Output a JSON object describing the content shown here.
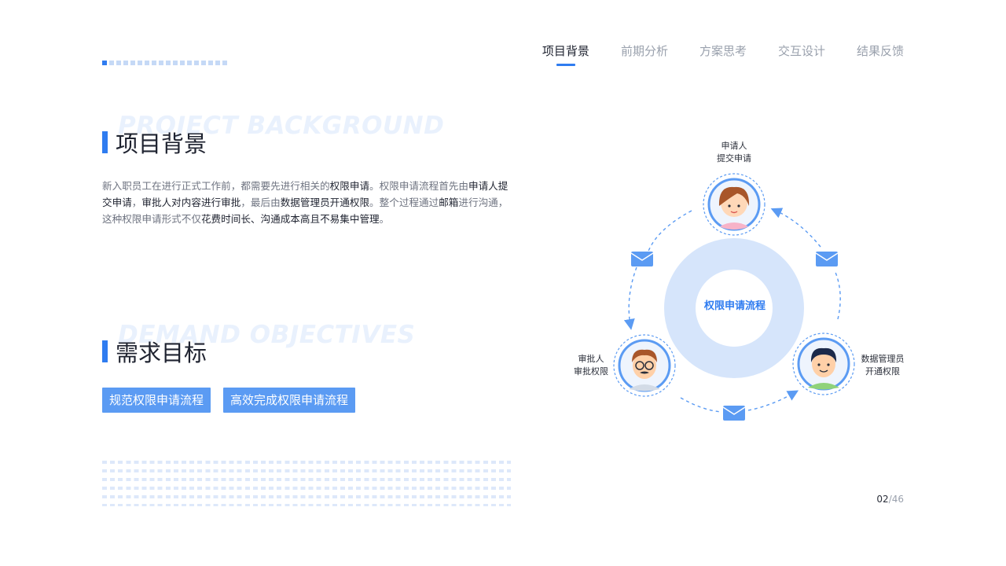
{
  "nav": {
    "items": [
      "项目背景",
      "前期分析",
      "方案思考",
      "交互设计",
      "结果反馈"
    ],
    "active_index": 0
  },
  "section1": {
    "en": "PROJECT BACKGROUND",
    "title": "项目背景",
    "paragraph": [
      {
        "t": "新入职员工在进行正式工作前，都需要先进行相关的",
        "b": false
      },
      {
        "t": "权限申请",
        "b": true
      },
      {
        "t": "。权限申请流程首先由",
        "b": false
      },
      {
        "t": "申请人提交申请",
        "b": true
      },
      {
        "t": "，",
        "b": false
      },
      {
        "t": "审批人对内容进行审批",
        "b": true
      },
      {
        "t": "，最后由",
        "b": false
      },
      {
        "t": "数据管理员开通权限",
        "b": true
      },
      {
        "t": "。整个过程通过",
        "b": false
      },
      {
        "t": "邮箱",
        "b": true
      },
      {
        "t": "进行沟通，这种权限申请形式不仅",
        "b": false
      },
      {
        "t": "花费时间长、沟通成本高且不易集中管理",
        "b": true
      },
      {
        "t": "。",
        "b": false
      }
    ]
  },
  "section2": {
    "en": "DEMAND OBJECTIVES",
    "title": "需求目标",
    "tags": [
      "规范权限申请流程",
      "高效完成权限申请流程"
    ]
  },
  "diagram": {
    "center_label": "权限申请流程",
    "applicant": {
      "line1": "申请人",
      "line2": "提交申请"
    },
    "approver": {
      "line1": "审批人",
      "line2": "审批权限"
    },
    "admin": {
      "line1": "数据管理员",
      "line2": "开通权限"
    },
    "colors": {
      "accent": "#2f7cf0",
      "ring": "#d6e5fb",
      "envelope": "#5b9bf3"
    }
  },
  "page": {
    "current": "02",
    "total": "/46"
  }
}
